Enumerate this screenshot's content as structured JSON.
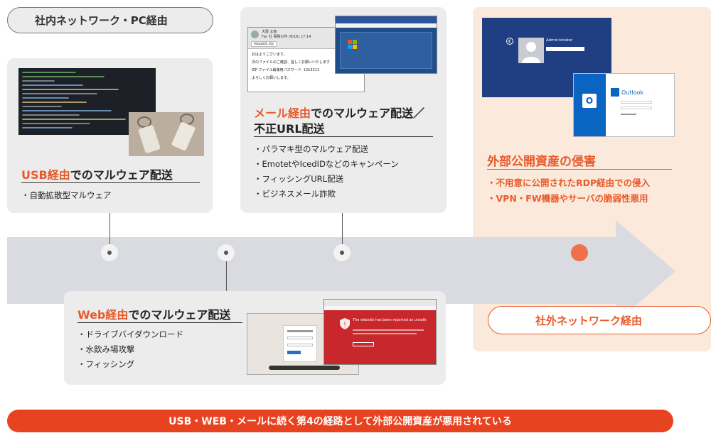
{
  "internal_label": "社内ネットワーク・PC経由",
  "external_label": "社外ネットワーク経由",
  "usb": {
    "title_red": "USB経由",
    "title_rest": "でのマルウェア配送",
    "bullets": [
      "・自動拡散型マルウェア"
    ]
  },
  "mail": {
    "title_red": "メール経由",
    "title_rest": "でのマルウェア配送／",
    "title_line2": "不正URL配送",
    "bullets": [
      "・パラマキ型のマルウェア配送",
      "・EmotetやIcedIDなどのキャンペーン",
      "・フィッシングURL配送",
      "・ビジネスメール詐欺"
    ],
    "email_lines": [
      "大阪 太郎",
      "Fw: 社 事務の件 (6/16) 17:14",
      "request.zip",
      "おはようございます。",
      "次のファイルのご確認、宜しくお願いいたします",
      "ZIP ファイル解凍用パスワード: 12h3211",
      "よろしくお願いします。"
    ]
  },
  "web": {
    "title_red": "Web経由",
    "title_rest": "でのマルウェア配送",
    "bullets": [
      "・ドライブバイダウンロード",
      "・水飲み場攻撃",
      "・フィッシング"
    ],
    "warning_text": "The website has been reported as unsafe"
  },
  "public": {
    "title": "外部公開資産の侵害",
    "bullets": [
      "・不用意に公開されたRDP経由での侵入",
      "・VPN・FW機器やサーバの脆弱性悪用"
    ],
    "login_user": "Administrator",
    "outlook_label": "Outlook"
  },
  "banner": "USB・WEB・メールに続く第4の経路として外部公開資産が悪用されている",
  "colors": {
    "accent": "#e95a2b",
    "banner": "#e84320",
    "arrow": "#d9dbe0",
    "external_bg": "#fbeadb"
  }
}
